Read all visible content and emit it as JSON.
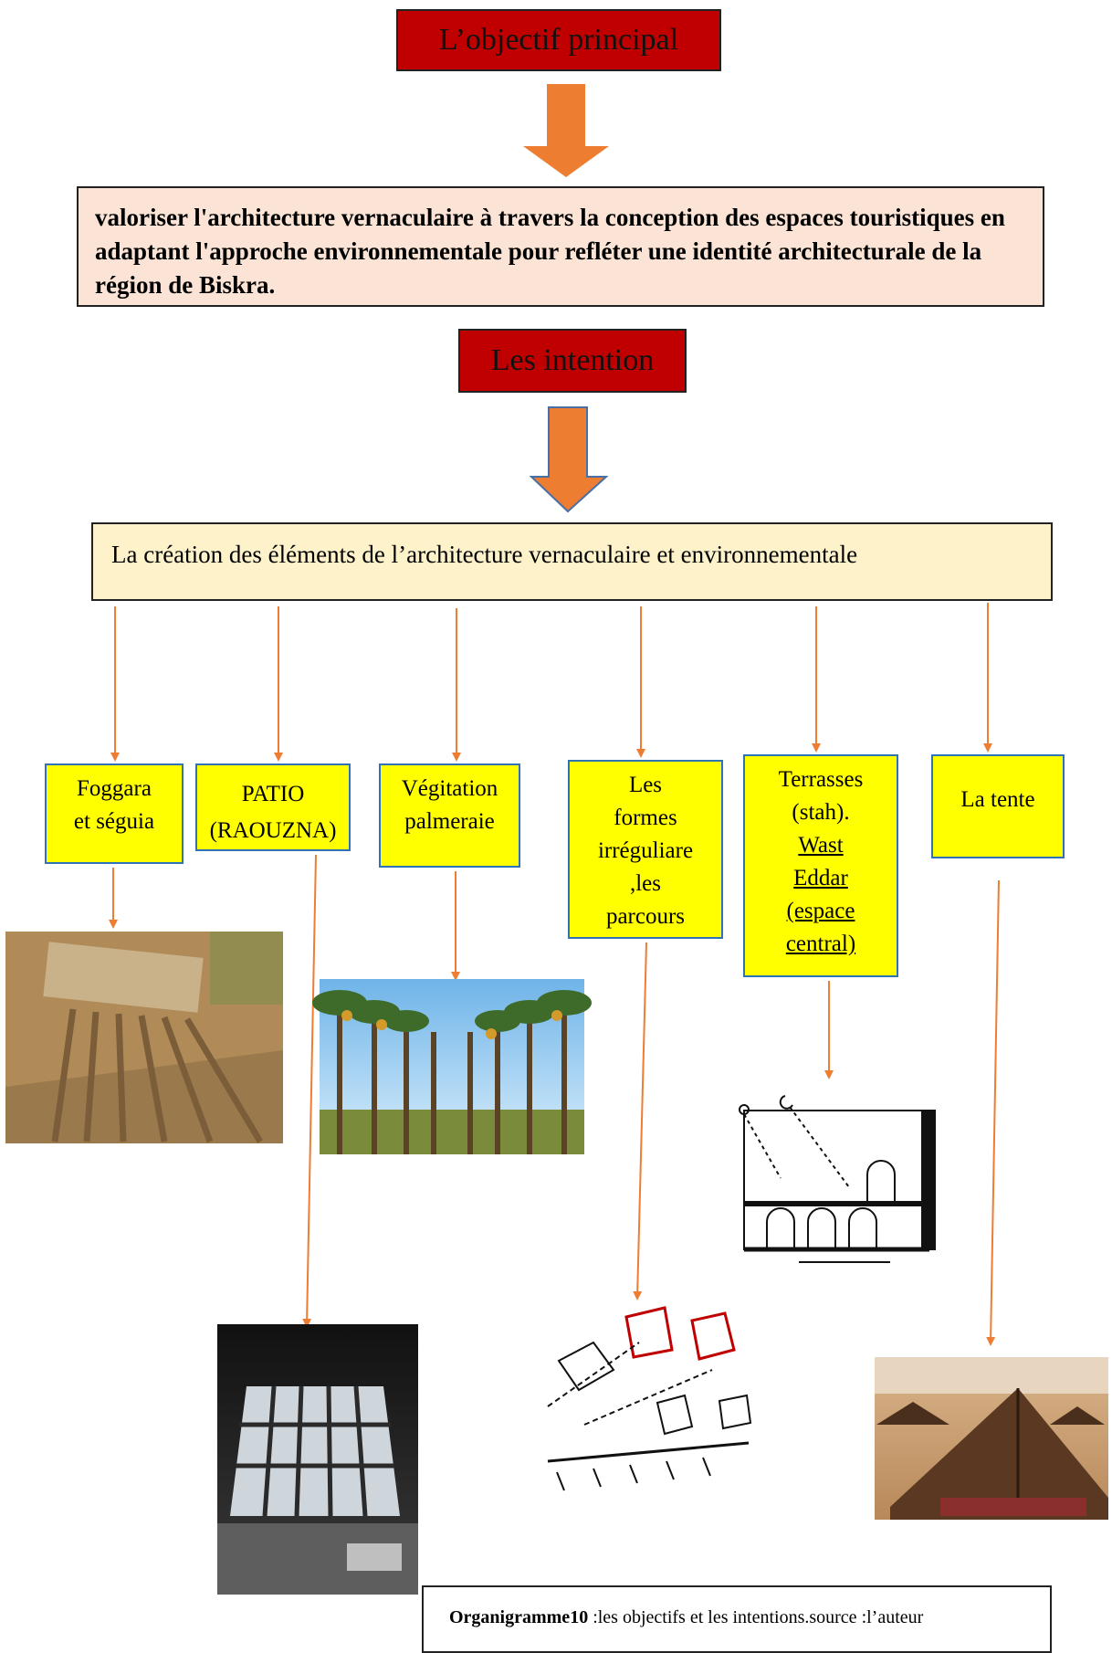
{
  "objective": {
    "title": "L’objectif principal",
    "text": "valoriser l'architecture vernaculaire à travers la conception des espaces touristiques en adaptant l'approche environnementale pour refléter une identité architecturale de la région de Biskra."
  },
  "intention": {
    "title": "Les intention",
    "creation": "La création des éléments de l’architecture vernaculaire et environnementale"
  },
  "elements": [
    {
      "lines": [
        "Foggara",
        "et séguia"
      ],
      "image": "foggara-channels-photo"
    },
    {
      "lines": [
        "PATIO",
        "(RAOUZNA)"
      ],
      "image": "patio-skylight-photo"
    },
    {
      "lines": [
        "Végitation",
        "palmeraie"
      ],
      "image": "palm-grove-photo"
    },
    {
      "lines": [
        "Les",
        "formes",
        "irréguliare",
        ",les",
        "parcours"
      ],
      "image": "irregular-forms-sketch"
    },
    {
      "lines": [
        "Terrasses",
        "(stah).",
        "Wast",
        "Eddar",
        "(espace",
        "central)"
      ],
      "image": "house-section-drawing"
    },
    {
      "lines": [
        "La tente"
      ],
      "image": "desert-tents-photo"
    }
  ],
  "caption": {
    "label": "Organigramme10",
    "text": " :les objectifs et les intentions.source :l’auteur"
  },
  "colors": {
    "title_box": "#c00000",
    "objective_box": "#fbe4d5",
    "creation_box": "#fef2cb",
    "element_box": "#ffff00",
    "element_border": "#2e74b5",
    "arrow": "#ed7d31"
  }
}
